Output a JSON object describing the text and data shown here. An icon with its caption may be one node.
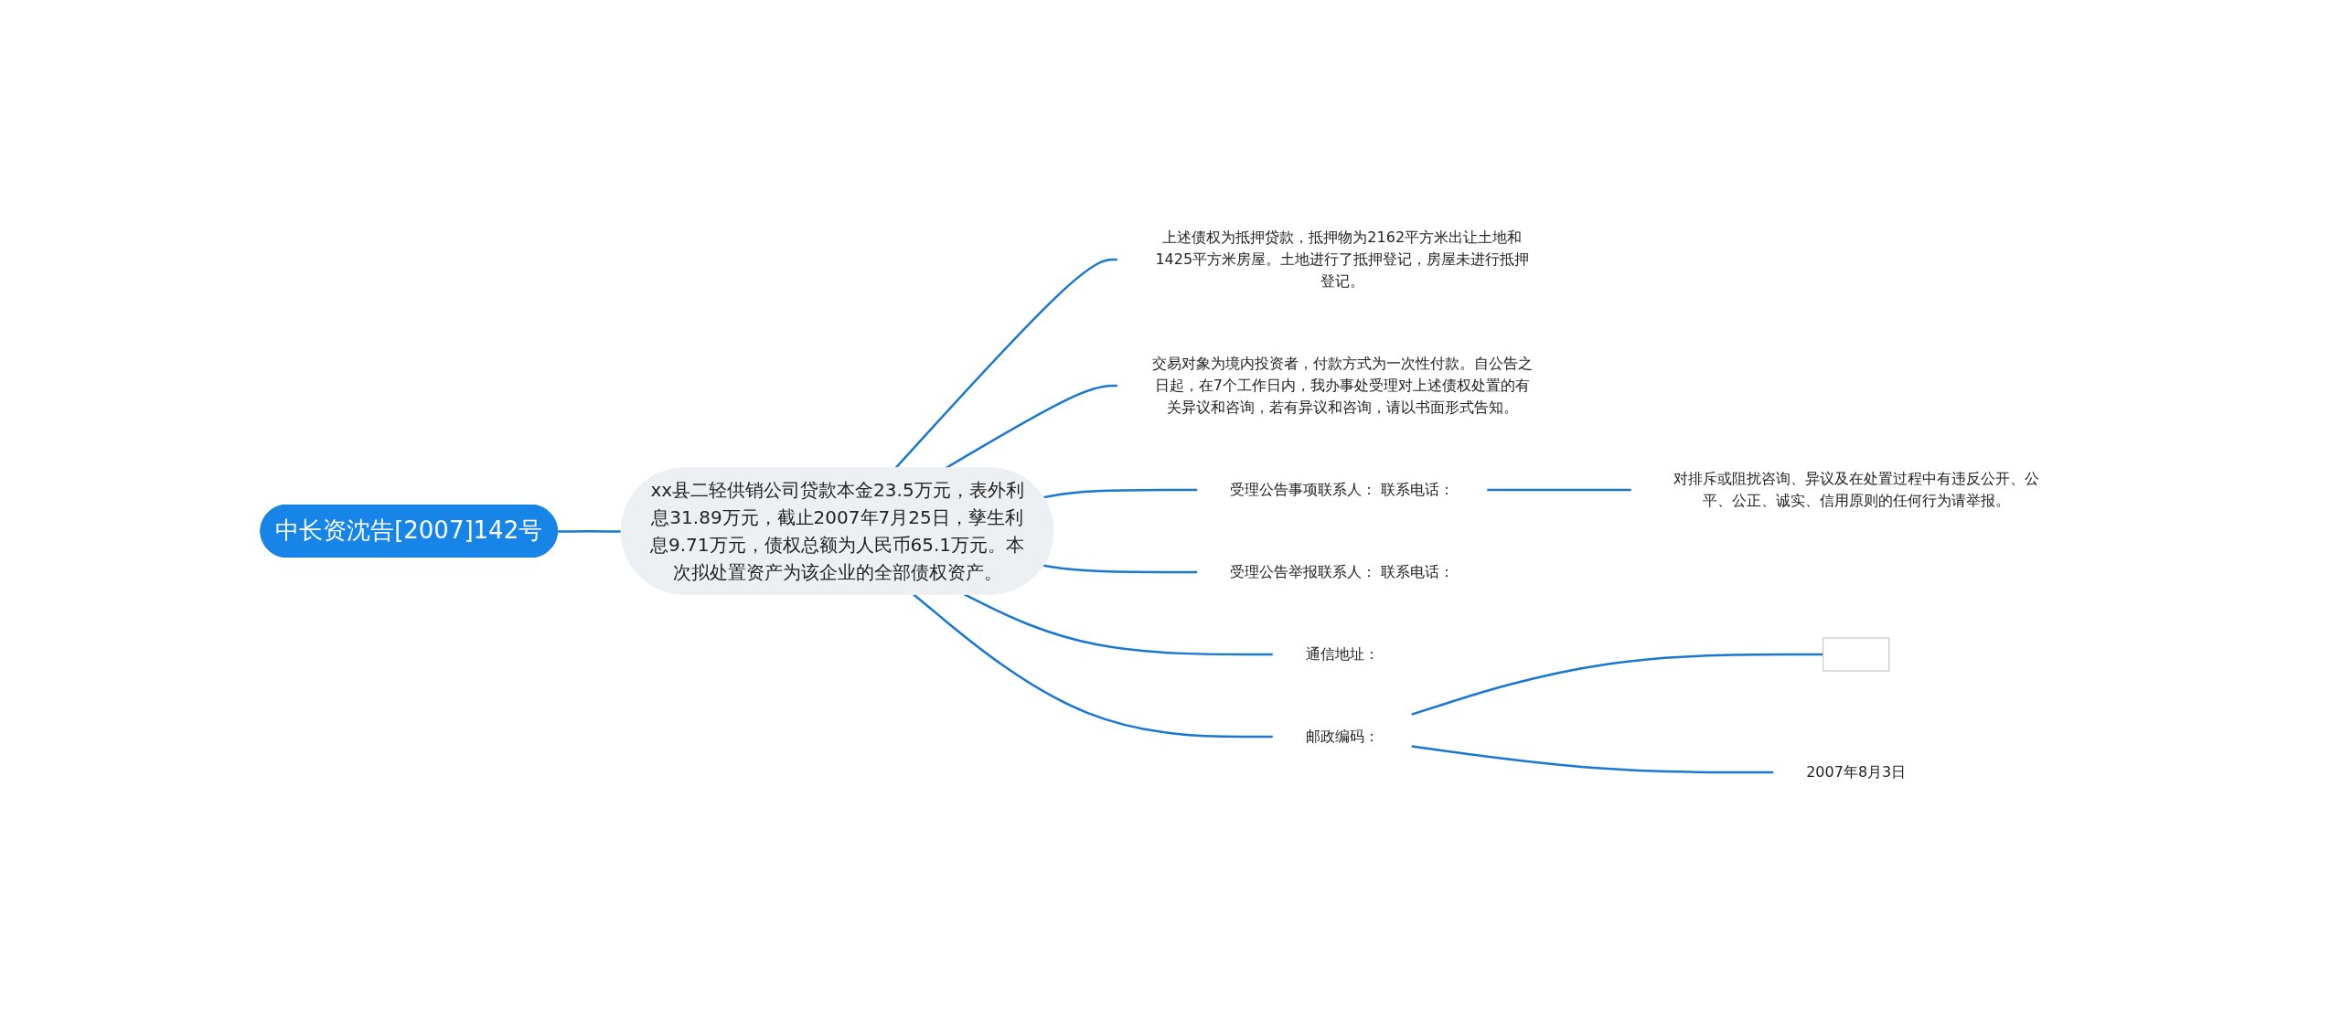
{
  "diagram": {
    "nodes": [
      {
        "text": [
          "中长资沈告[2007]142号"
        ]
      },
      {
        "text": [
          "xx县二轻供销公司贷款本金23.5万元，表外利息31.89万元，截止2007年7月25日，孳生利息9.71万元，债权总额为人民币65.1万元。本次拟处置资产为该企业的全部债权资产。"
        ]
      },
      {
        "text": [
          "上述债权为抵押贷款，抵押物为2162平方米出让土地和1425平方米房屋。土地进行了抵押登记，房屋未进行抵押登记。"
        ]
      },
      {
        "text": [
          "交易对象为境内投资者，付款方式为一次性付款。自公告之日起，在7个工作日内，我办事处受理对上述债权处置的有关异议和咨询，若有异议和咨询，请以书面形式告知。"
        ]
      },
      {
        "text": [
          "受理公告事项联系人： 联系电话："
        ]
      },
      {
        "text": [
          "对排斥或阻扰咨询、异议及在处置过程中有违反公开、公平、公正、诚实、信用原则的任何行为请举报。"
        ]
      },
      {
        "text": [
          "受理公告举报联系人： 联系电话："
        ]
      },
      {
        "text": [
          "通信地址："
        ]
      },
      {
        "text": [
          "邮政编码："
        ]
      },
      {
        "text": [],
        "shape": "box"
      },
      {
        "text": [
          "2007年8月3日"
        ]
      }
    ],
    "edges": [
      {
        "from": 0,
        "to": 1,
        "arrow": "none"
      },
      {
        "from": 1,
        "to": 2,
        "arrow": "none"
      },
      {
        "from": 1,
        "to": 3,
        "arrow": "none"
      },
      {
        "from": 1,
        "to": 4,
        "arrow": "none"
      },
      {
        "from": 4,
        "to": 5,
        "arrow": "none"
      },
      {
        "from": 1,
        "to": 6,
        "arrow": "none"
      },
      {
        "from": 1,
        "to": 7,
        "arrow": "none"
      },
      {
        "from": 1,
        "to": 8,
        "arrow": "none"
      },
      {
        "from": 8,
        "to": 9,
        "arrow": "none"
      },
      {
        "from": 8,
        "to": 10,
        "arrow": "none"
      }
    ]
  }
}
